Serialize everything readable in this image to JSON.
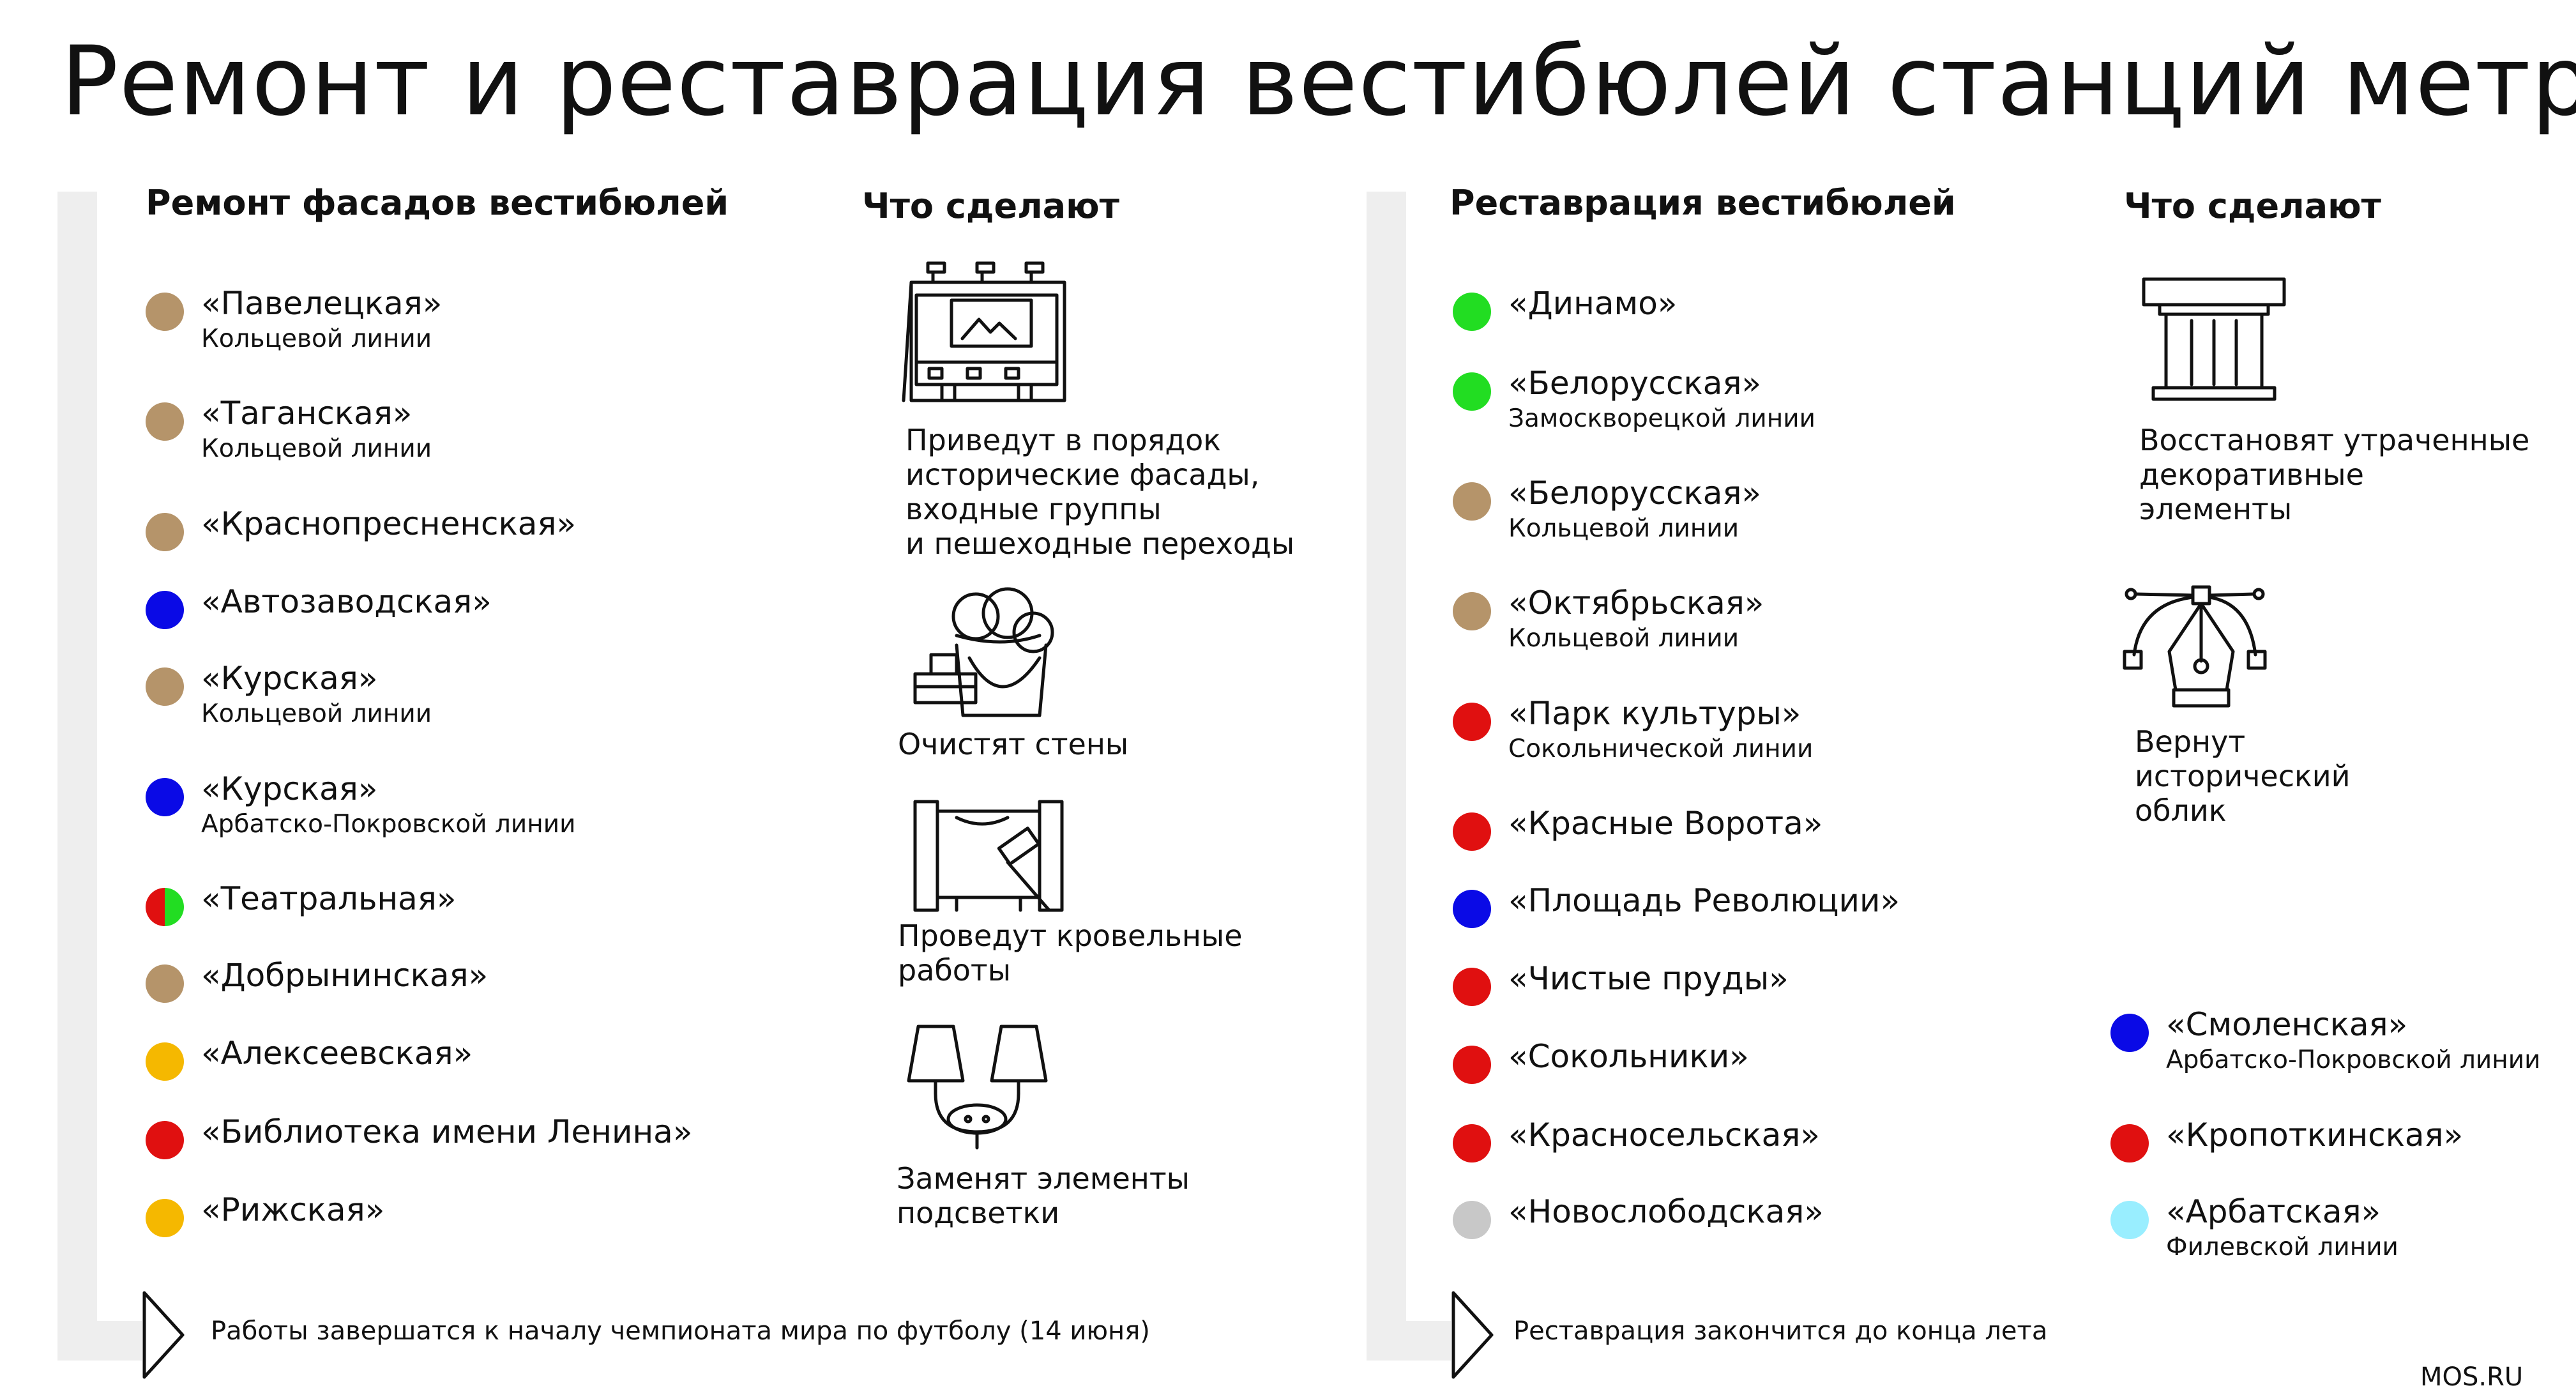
{
  "title": "Ремонт и реставрация вестибюлей станций метро",
  "left_panel": {
    "heading": "Ремонт фасадов вестибюлей",
    "works_heading": "Что сделают",
    "stations": [
      {
        "name": "«Павелецкая»",
        "line": "Кольцевой линии",
        "color": "#b5946a"
      },
      {
        "name": "«Таганская»",
        "line": "Кольцевой линии",
        "color": "#b5946a"
      },
      {
        "name": "«Краснопресненская»",
        "line": "",
        "color": "#b5946a"
      },
      {
        "name": "«Автозаводская»",
        "line": "",
        "color": "#0a0ae6"
      },
      {
        "name": " «Курская»",
        "line": "Кольцевой линии",
        "color": "#b5946a"
      },
      {
        "name": "«Курская»",
        "line": "Арбатско-Покровской линии",
        "color": "#0a0ae6"
      },
      {
        "name": "«Театральная»",
        "line": "",
        "color": "#e01010",
        "color2": "#22dd22"
      },
      {
        "name": "«Добрынинская»",
        "line": "",
        "color": "#b5946a"
      },
      {
        "name": "«Алексеевская»",
        "line": "",
        "color": "#f5b800"
      },
      {
        "name": "«Библиотека имени Ленина»",
        "line": "",
        "color": "#e01010"
      },
      {
        "name": "«Рижская»",
        "line": "",
        "color": "#f5b800"
      }
    ],
    "works": [
      {
        "icon": "building-facade-icon",
        "lines": [
          "Приведут в порядок",
          "исторические фасады,",
          "входные группы",
          "и пешеходные переходы"
        ]
      },
      {
        "icon": "cleaning-bucket-icon",
        "lines": [
          "Очистят стены"
        ]
      },
      {
        "icon": "roof-hammer-icon",
        "lines": [
          "Проведут кровельные",
          "работы"
        ]
      },
      {
        "icon": "chandelier-icon",
        "lines": [
          "Заменят элементы",
          "подсветки"
        ]
      }
    ],
    "footer": "Работы завершатся к началу чемпионата мира по футболу (14 июня)"
  },
  "right_panel": {
    "heading": "Реставрация вестибюлей",
    "works_heading": "Что сделают",
    "stations": [
      {
        "name": "«Динамо»",
        "line": "",
        "color": "#22dd22"
      },
      {
        "name": "«Белорусская»",
        "line": "Замоскворецкой линии",
        "color": "#22dd22"
      },
      {
        "name": "«Белорусская»",
        "line": "Кольцевой линии",
        "color": "#b5946a"
      },
      {
        "name": "«Октябрьская»",
        "line": "Кольцевой линии",
        "color": "#b5946a"
      },
      {
        "name": "«Парк культуры»",
        "line": "Сокольнической линии",
        "color": "#e01010"
      },
      {
        "name": "«Красные Ворота»",
        "line": "",
        "color": "#e01010"
      },
      {
        "name": "«Площадь Революции»",
        "line": "",
        "color": "#0a0ae6"
      },
      {
        "name": "«Чистые пруды»",
        "line": "",
        "color": "#e01010"
      },
      {
        "name": "«Сокольники»",
        "line": "",
        "color": "#e01010"
      },
      {
        "name": "«Красносельская»",
        "line": "",
        "color": "#e01010"
      },
      {
        "name": "«Новослободская»",
        "line": "",
        "color": "#c8c8c8"
      }
    ],
    "extra_stations": [
      {
        "name": "«Смоленская»",
        "line": "Арбатско-Покровской линии",
        "color": "#0a0ae6"
      },
      {
        "name": "«Кропоткинская»",
        "line": "",
        "color": "#e01010"
      },
      {
        "name": "«Арбатская»",
        "line": "Филевской линии",
        "color": "#99eeff"
      }
    ],
    "works": [
      {
        "icon": "column-capital-icon",
        "lines": [
          "Восстановят утраченные",
          "декоративные",
          "элементы"
        ]
      },
      {
        "icon": "pen-tool-icon",
        "lines": [
          "Вернут",
          "исторический",
          "облик"
        ]
      }
    ],
    "footer": "Реставрация закончится до конца лета"
  },
  "source": "MOS.RU"
}
